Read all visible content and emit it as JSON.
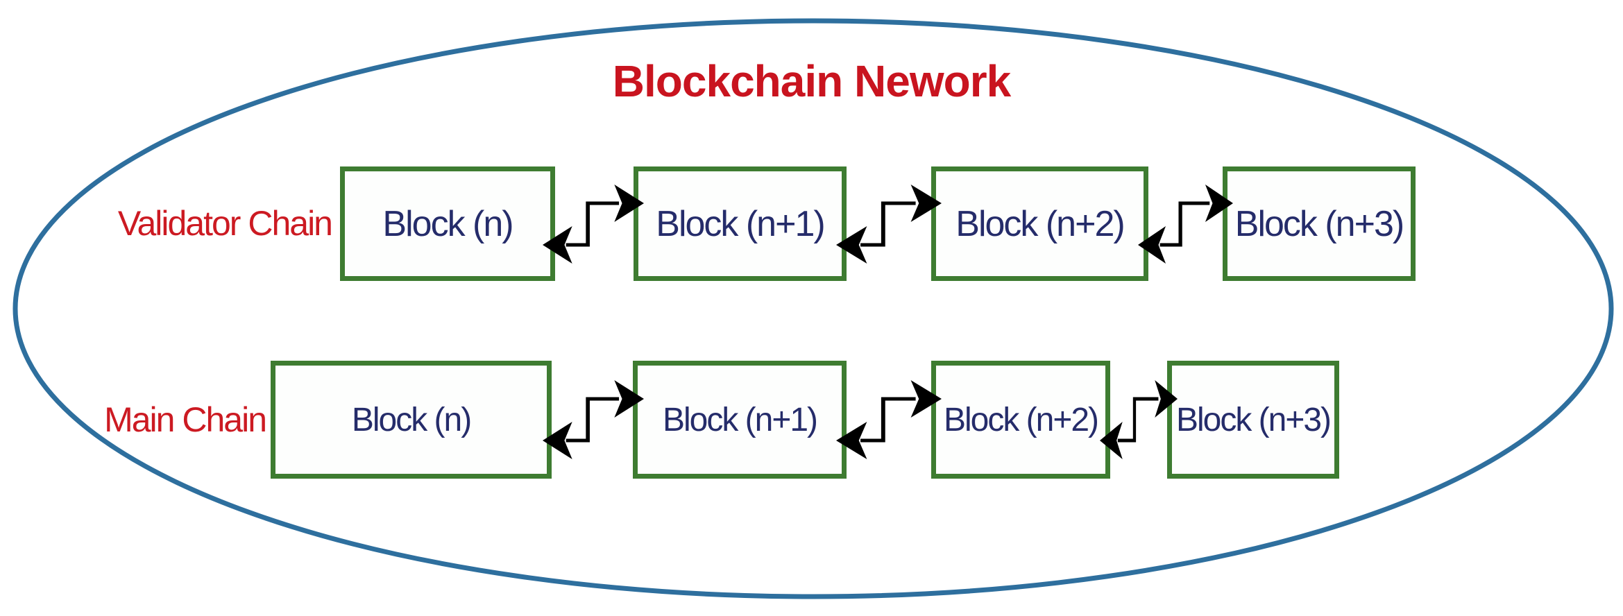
{
  "title": "Blockchain Nework",
  "colors": {
    "ellipse_stroke": "#2e6f9e",
    "title_text": "#c9141f",
    "chain_label_text": "#cc1a22",
    "block_border": "#3e7c31",
    "block_text": "#252c6a",
    "connector": "#000000",
    "background": "#ffffff"
  },
  "chains": [
    {
      "label": "Validator Chain",
      "blocks": [
        "Block (n)",
        "Block (n+1)",
        "Block (n+2)",
        "Block (n+3)"
      ]
    },
    {
      "label": "Main Chain",
      "blocks": [
        "Block (n)",
        "Block (n+1)",
        "Block (n+2)",
        "Block (n+3)"
      ]
    }
  ],
  "connector_meaning": "bidirectional link between consecutive blocks"
}
